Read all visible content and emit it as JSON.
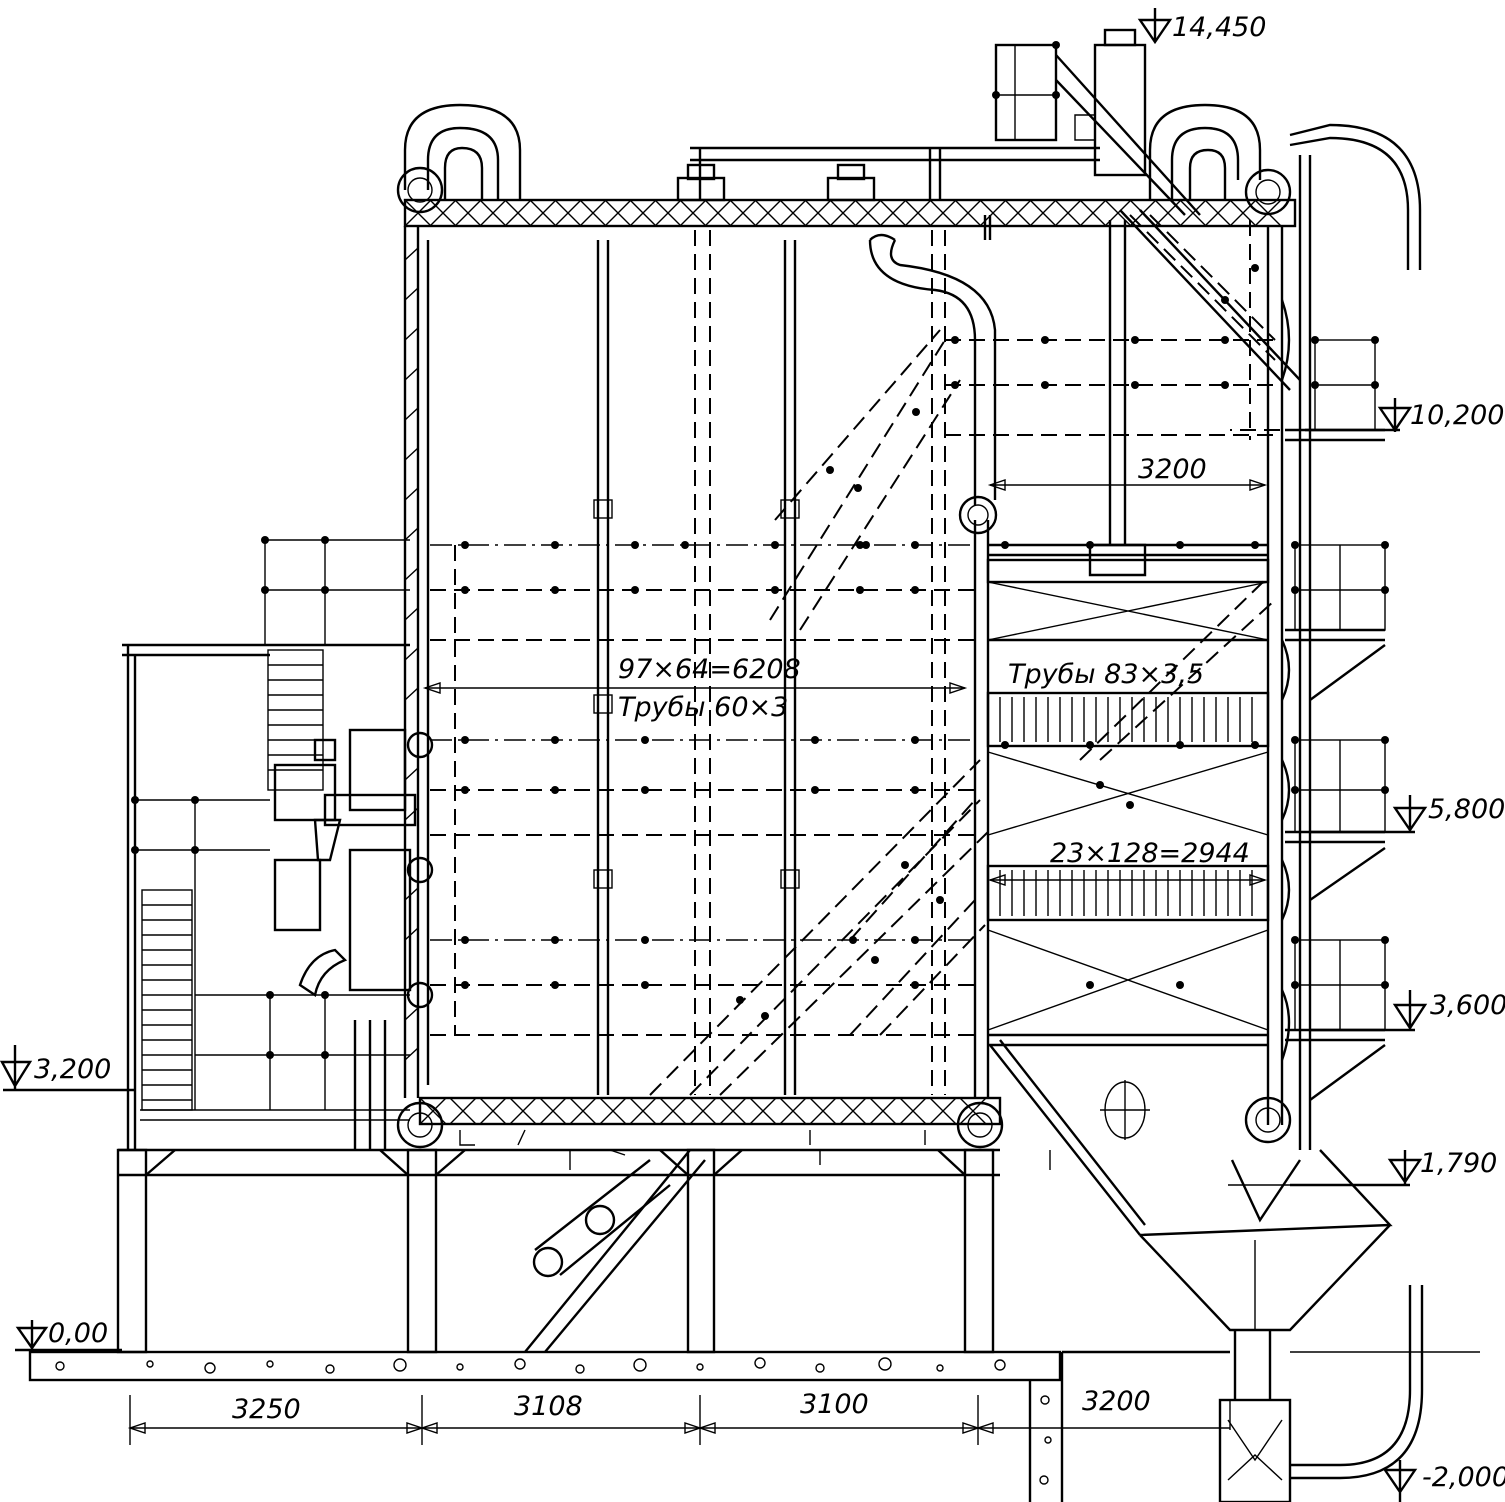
{
  "elevations": {
    "e14450": "14,450",
    "e10200": "10,200",
    "e5800": "5,800",
    "e3600": "3,600",
    "e3200": "3,200",
    "e1790": "1,790",
    "e000": "0,00",
    "em2000": "-2,000"
  },
  "dimensions": {
    "d3200_top": "3200",
    "d6208": "97×64=6208",
    "d2944": "23×128=2944",
    "b3250": "3250",
    "b3108": "3108",
    "b3100": "3100",
    "b3200": "3200"
  },
  "notes": {
    "tubes_60": "Трубы 60×3",
    "tubes_83": "Трубы 83×3,5"
  }
}
